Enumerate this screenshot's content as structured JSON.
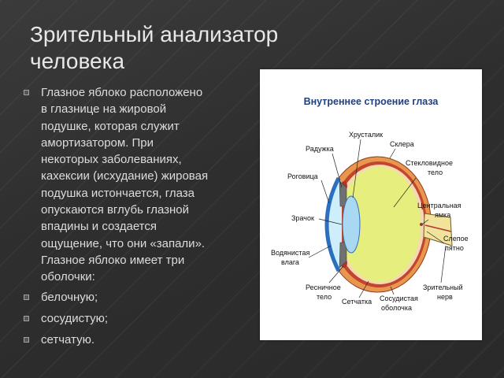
{
  "slide": {
    "title_line1": "Зрительный анализатор",
    "title_line2": "человека",
    "paragraph_lines": [
      "Глазное яблоко расположено",
      "в глазнице на жировой",
      "подушке, которая служит",
      "амортизатором. При",
      "некоторых заболеваниях,",
      "кахексии (исхудание) жировая",
      "подушка истончается, глаза",
      "опускаются вглубь глазной",
      "впадины и создается",
      "ощущение, что они «запали».",
      "Глазное яблоко имеет три",
      "оболочки:"
    ],
    "bullets": [
      "белочную;",
      "сосудистую;",
      "сетчатую."
    ]
  },
  "diagram": {
    "title": "Внутреннее строение глаза",
    "labels": {
      "lens": "Хрусталик",
      "sclera": "Склера",
      "iris": "Радужка",
      "vitreous_1": "Стекловидное",
      "vitreous_2": "тело",
      "cornea": "Роговица",
      "fovea_1": "Центральная",
      "fovea_2": "ямка",
      "pupil": "Зрачок",
      "blind_spot_1": "Слепое",
      "blind_spot_2": "пятно",
      "aqueous_1": "Водянистая",
      "aqueous_2": "влага",
      "optic_nerve_1": "Зрительный",
      "optic_nerve_2": "нерв",
      "ciliary_1": "Ресничное",
      "ciliary_2": "тело",
      "retina": "Сетчатка",
      "choroid_1": "Сосудистая",
      "choroid_2": "оболочка"
    }
  },
  "colors": {
    "background": "#2f2f2f",
    "title": "#e8e8e8",
    "text": "#dcdcdc",
    "diagram_title": "#1f3f7f",
    "sclera": "#e9964f",
    "vitreous": "#e6ef7e",
    "cornea": "#2c6fc0",
    "lens": "#a9d9f2"
  }
}
